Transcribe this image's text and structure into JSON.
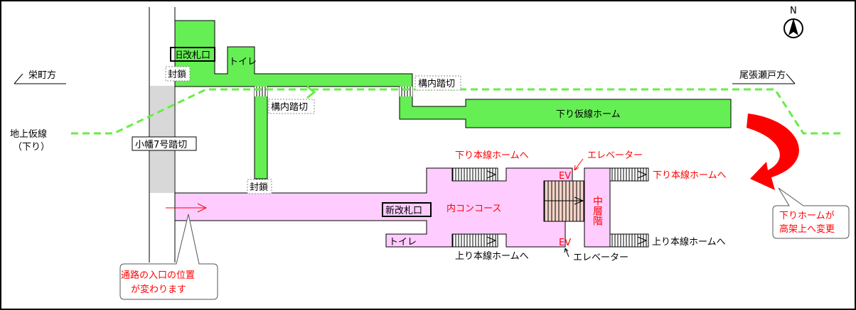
{
  "directions": {
    "west": "栄町方",
    "east": "尾張瀬戸方",
    "compass": "N"
  },
  "track": {
    "label_line1": "地上仮線",
    "label_line2": "（下り）",
    "color": "#66ee44"
  },
  "crossing": {
    "name": "小幡7号踏切"
  },
  "old_facilities": {
    "old_gate": "旧改札口",
    "toilet": "トイレ",
    "closed_1": "封鎖",
    "closed_2": "封鎖",
    "inner_crossing_1": "構内踏切",
    "inner_crossing_2": "構内踏切",
    "temp_platform": "下り仮線ホーム",
    "color": "#66ee55"
  },
  "new_facilities": {
    "new_gate": "新改札口",
    "concourse": "内コンコース",
    "toilet": "トイレ",
    "mid_floor": "中層階",
    "ev_label": "EV",
    "elevator_top": "エレベーター",
    "elevator_bottom": "エレベーター",
    "to_down_main_top": "下り本線ホームへ",
    "to_down_main_right": "下り本線ホームへ",
    "to_up_main_bottom": "上り本線ホームへ",
    "to_up_main_right": "上り本線ホームへ",
    "color": "#ffccff"
  },
  "callouts": {
    "entrance_line1": "通路の入口の位置",
    "entrance_line2": "が変わります",
    "platform_line1": "下りホームが",
    "platform_line2": "高架上へ変更"
  }
}
